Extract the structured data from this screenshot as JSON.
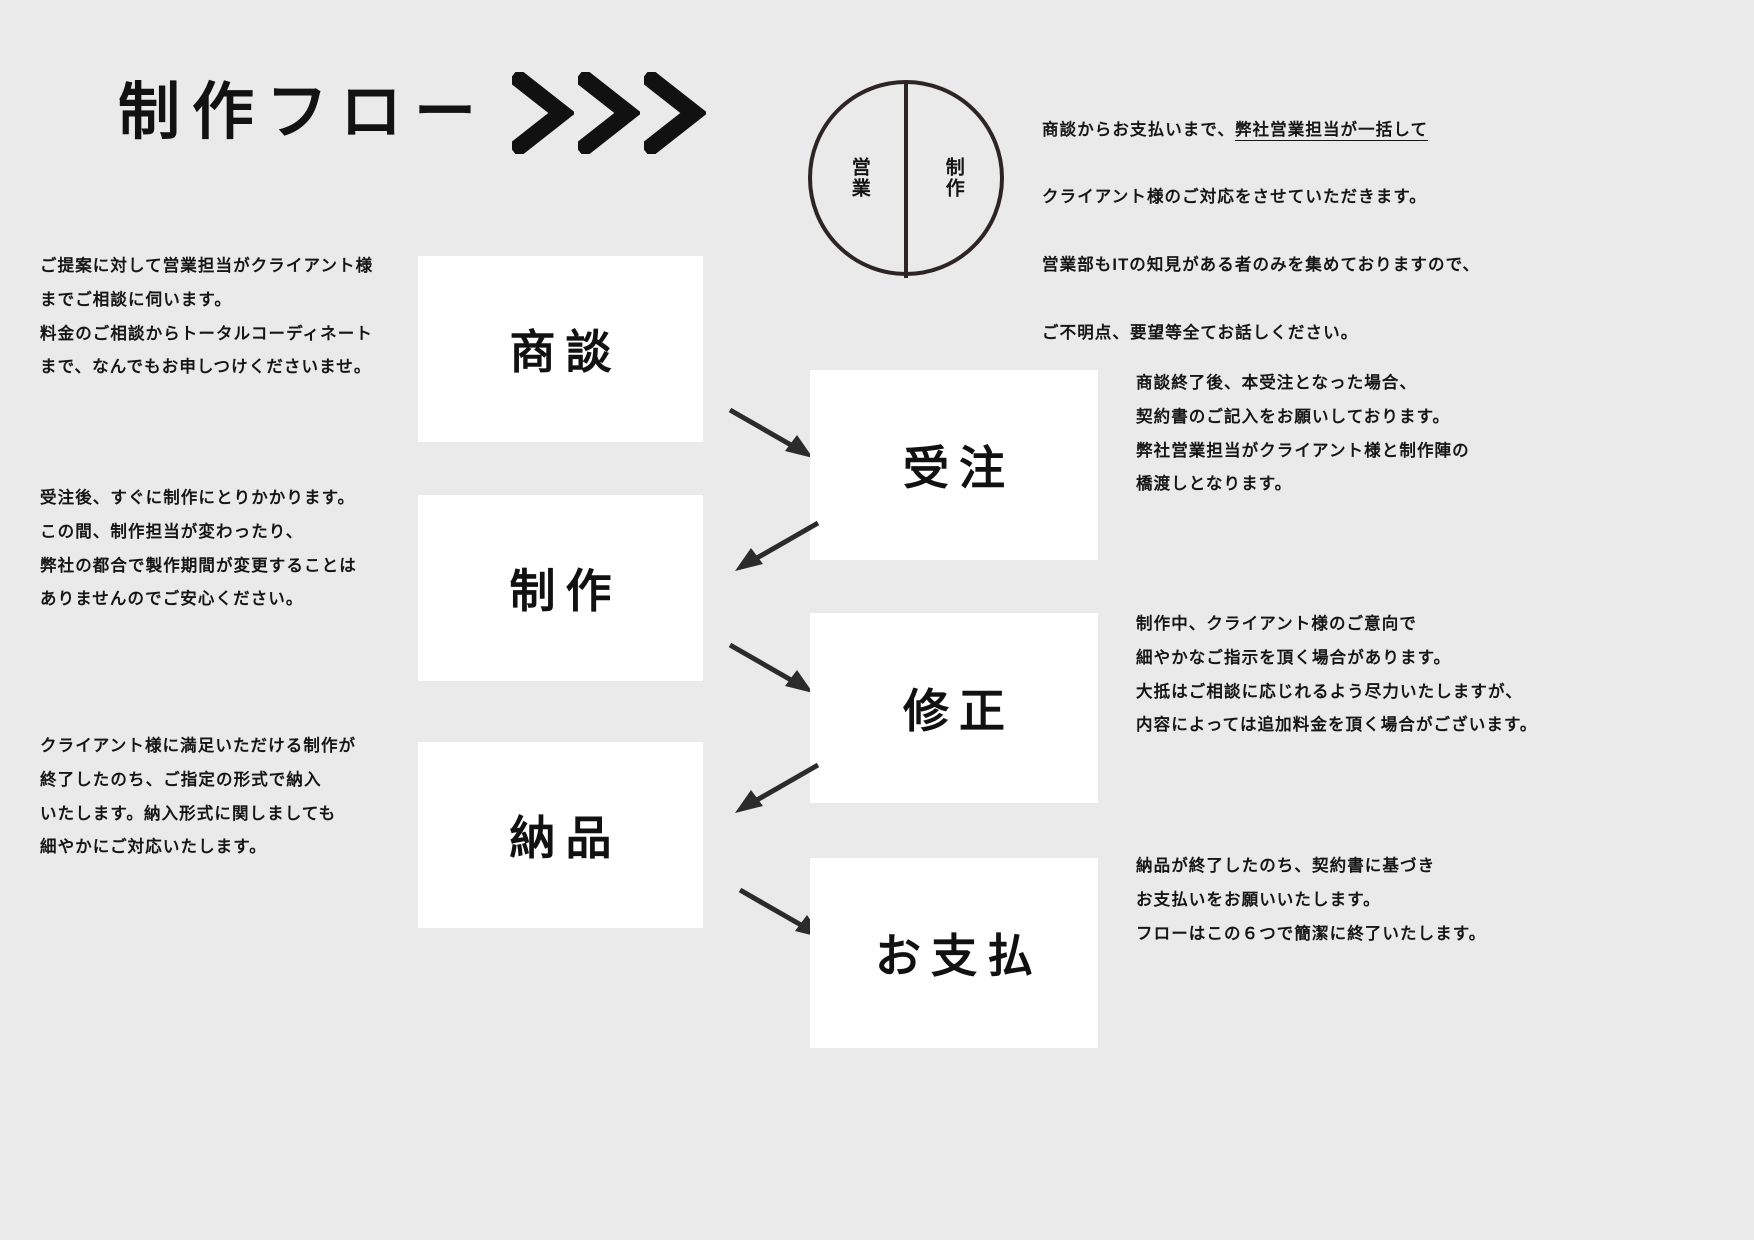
{
  "page": {
    "background_color": "#eaeaea",
    "title": "制作フロー",
    "chevron_count": 3
  },
  "badge": {
    "left_label": "営業",
    "right_label": "制作",
    "outline_color": "#2e2424"
  },
  "intro": {
    "line1_plain": "商談からお支払いまで、",
    "line1_underlined": "弊社営業担当が一括して",
    "line2": "クライアント様のご対応をさせていただきます。",
    "line3": "営業部もITの知見がある者のみを集めておりますので、",
    "line4": "ご不明点、要望等全てお話しください。"
  },
  "steps": [
    {
      "id": "step-shodan",
      "label": "商談",
      "side": "left",
      "description": "ご提案に対して営業担当がクライアント様\nまでご相談に伺います。\n料金のご相談からトータルコーディネート\nまで、なんでもお申しつけくださいませ。"
    },
    {
      "id": "step-juchu",
      "label": "受注",
      "side": "right",
      "description": "商談終了後、本受注となった場合、\n契約書のご記入をお願いしております。\n弊社営業担当がクライアント様と制作陣の\n橋渡しとなります。"
    },
    {
      "id": "step-seisaku",
      "label": "制作",
      "side": "left",
      "description": "受注後、すぐに制作にとりかかります。\nこの間、制作担当が変わったり、\n弊社の都合で製作期間が変更することは\nありませんのでご安心ください。"
    },
    {
      "id": "step-shusei",
      "label": "修正",
      "side": "right",
      "description": "制作中、クライアント様のご意向で\n細やかなご指示を頂く場合があります。\n大抵はご相談に応じれるよう尽力いたしますが、\n内容によっては追加料金を頂く場合がございます。"
    },
    {
      "id": "step-nohin",
      "label": "納品",
      "side": "left",
      "description": "クライアント様に満足いただける制作が\n終了したのち、ご指定の形式で納入\nいたします。納入形式に関しましても\n細やかにご対応いたします。"
    },
    {
      "id": "step-oshiharai",
      "label": "お支払",
      "side": "right",
      "description": "納品が終了したのち、契約書に基づき\nお支払いをお願いいたします。\nフローはこの６つで簡潔に終了いたします。"
    }
  ],
  "colors": {
    "box_fill": "#ffffff",
    "text": "#161616",
    "arrow": "#2b2b2b"
  }
}
